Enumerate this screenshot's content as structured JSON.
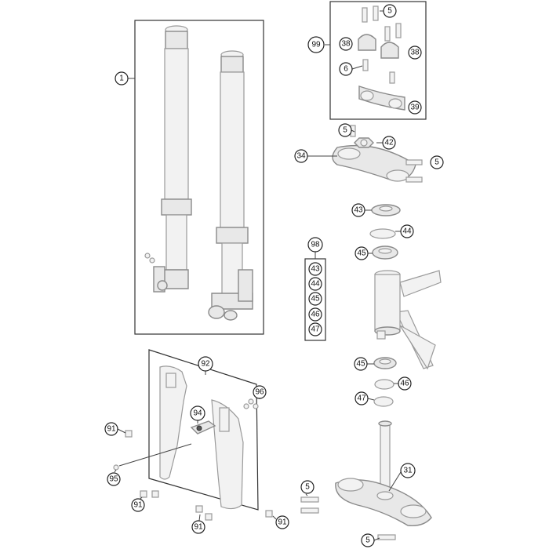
{
  "callouts": {
    "c1": "1",
    "c99": "99",
    "c5a": "5",
    "c38a": "38",
    "c38b": "38",
    "c6": "6",
    "c39": "39",
    "c5b": "5",
    "c42": "42",
    "c34": "34",
    "c5c": "5",
    "c43": "43",
    "c44": "44",
    "c45a": "45",
    "c98": "98",
    "k43": "43",
    "k44": "44",
    "k45": "45",
    "k46": "46",
    "k47": "47",
    "c92": "92",
    "c96": "96",
    "c94": "94",
    "c91a": "91",
    "c95": "95",
    "c91b": "91",
    "c91c": "91",
    "c91d": "91",
    "c45b": "45",
    "c46": "46",
    "c47": "47",
    "c5d": "5",
    "c31": "31",
    "c5e": "5"
  }
}
